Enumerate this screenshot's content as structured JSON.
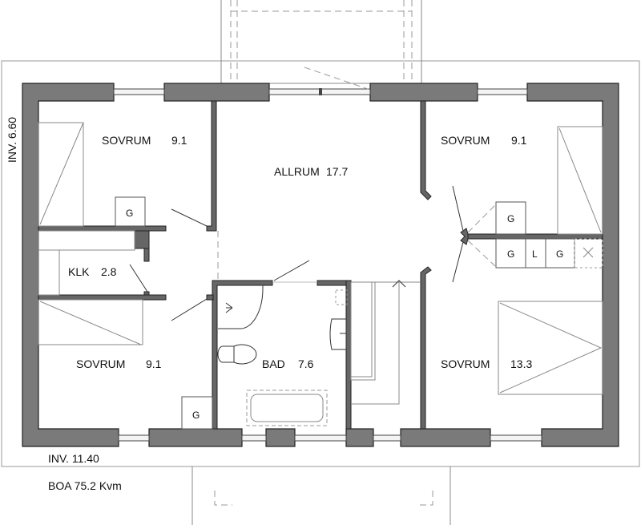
{
  "rooms": {
    "sovrum_nw": {
      "name": "SOVRUM",
      "area": "9.1"
    },
    "allrum": {
      "name": "ALLRUM",
      "area": "17.7"
    },
    "sovrum_ne": {
      "name": "SOVRUM",
      "area": "9.1"
    },
    "klk": {
      "name": "KLK",
      "area": "2.8"
    },
    "sovrum_sw": {
      "name": "SOVRUM",
      "area": "9.1"
    },
    "bad": {
      "name": "BAD",
      "area": "7.6"
    },
    "sovrum_se": {
      "name": "SOVRUM",
      "area": "13.3"
    }
  },
  "fixtures": {
    "wardrobe": "G",
    "linen": "L"
  },
  "dimensions": {
    "depth": "INV. 6.60",
    "width": "INV. 11.40"
  },
  "summary": {
    "boa": "BOA 75.2 Kvm"
  }
}
